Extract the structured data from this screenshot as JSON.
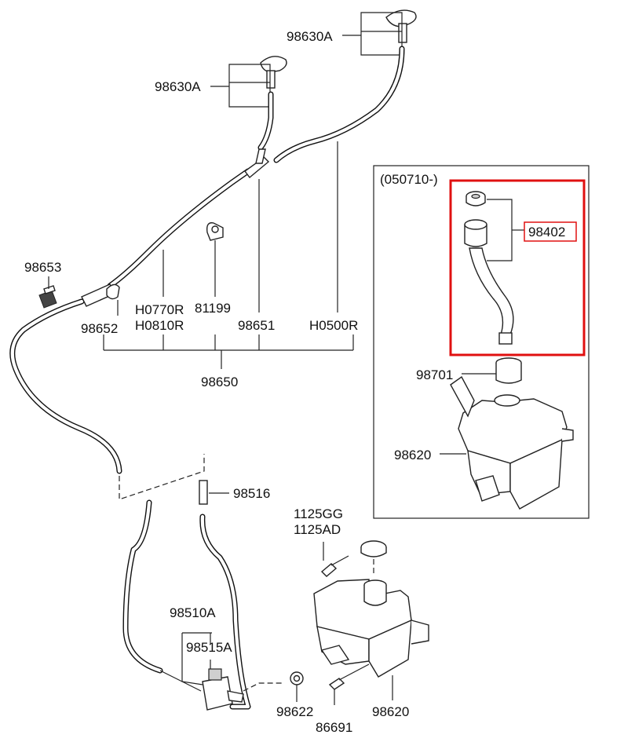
{
  "labels": {
    "nozzle_right": "98630A",
    "nozzle_left": "98630A",
    "connector": "98653",
    "valve": "98652",
    "hose_r1": "H0770R",
    "hose_r2": "H0810R",
    "clip": "81199",
    "hose_mid": "98651",
    "hose_long": "H0500R",
    "hose_assy": "98650",
    "joint": "98516",
    "bolt_a": "1125GG",
    "bolt_b": "1125AD",
    "pump": "98510A",
    "pump_seal": "98515A",
    "grommet": "98622",
    "screw": "86691",
    "reservoir_main": "98620",
    "inset_date": "(050710-)",
    "filler_neck": "98402",
    "inset_seal": "98701",
    "inset_reservoir": "98620"
  },
  "colors": {
    "highlight": "#e01010",
    "line": "#222222"
  }
}
